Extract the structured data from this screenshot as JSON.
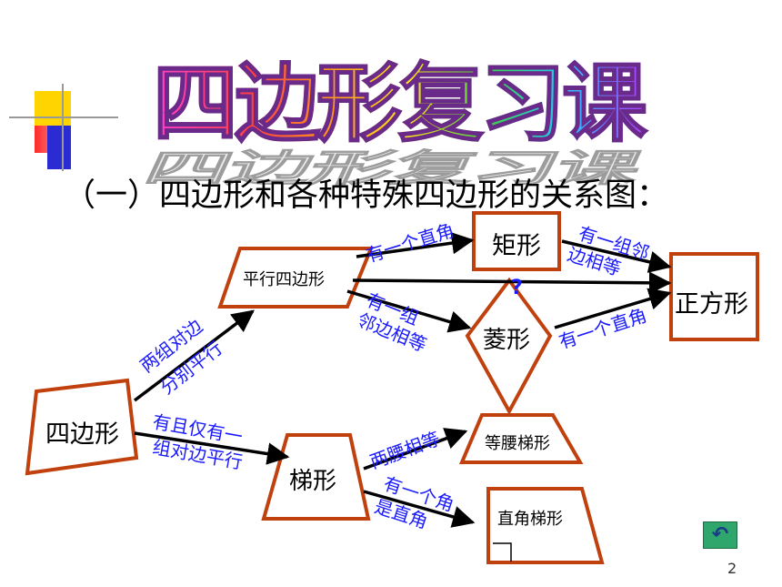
{
  "title": "四边形复习课",
  "subtitle": "（一）四边形和各种特殊四边形的关系图：",
  "page_number": "2",
  "nodes": {
    "quadrilateral": "四边形",
    "parallelogram": "平行四边形",
    "rectangle": "矩形",
    "rhombus": "菱形",
    "square": "正方形",
    "trapezoid": "梯形",
    "isosceles_trapezoid": "等腰梯形",
    "right_trapezoid": "直角梯形"
  },
  "edge_labels": {
    "to_parallelogram_line1": "两组对边",
    "to_parallelogram_line2": "分别平行",
    "to_rectangle": "有一个直角",
    "to_rhombus_line1": "有一组",
    "to_rhombus_line2": "邻边相等",
    "rect_to_square_line1": "有一组邻",
    "rect_to_square_line2": "边相等",
    "rhombus_to_square": "有一个直角",
    "question_mark": "?",
    "to_trapezoid_line1": "有且仅有一",
    "to_trapezoid_line2": "组对边平行",
    "to_isosceles": "两腰相等",
    "to_right_line1": "有一个角",
    "to_right_line2": "是直角"
  },
  "colors": {
    "shape_border": "#c0400e",
    "edge_label": "#1a1aff",
    "return_button": "#2fa66b"
  },
  "icons": {
    "return": "return-arrow-icon"
  }
}
